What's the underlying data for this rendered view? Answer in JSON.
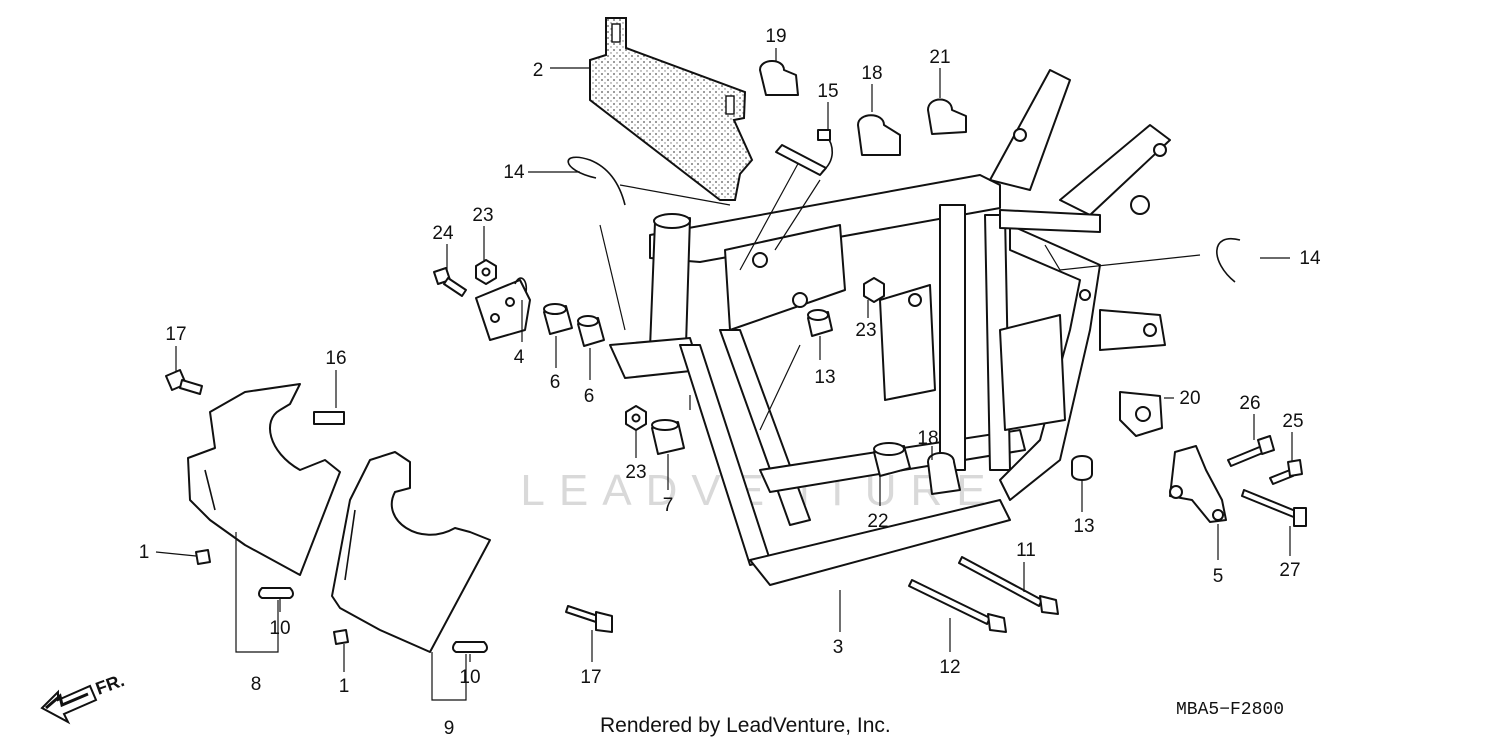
{
  "watermark": "LEADVENTURE",
  "credit": "Rendered by LeadVenture, Inc.",
  "diagram_code": "MBA5−F2800",
  "direction_label": "FR.",
  "callouts": {
    "c1a": "1",
    "c1b": "1",
    "c2": "2",
    "c3": "3",
    "c4": "4",
    "c5": "5",
    "c6a": "6",
    "c6b": "6",
    "c7": "7",
    "c8": "8",
    "c9": "9",
    "c10a": "10",
    "c10b": "10",
    "c11": "11",
    "c12": "12",
    "c13a": "13",
    "c13b": "13",
    "c14a": "14",
    "c14b": "14",
    "c15": "15",
    "c16": "16",
    "c17a": "17",
    "c17b": "17",
    "c18a": "18",
    "c18b": "18",
    "c19": "19",
    "c20": "20",
    "c21": "21",
    "c22": "22",
    "c23a": "23",
    "c23b": "23",
    "c23c": "23",
    "c24": "24",
    "c25": "25",
    "c26": "26",
    "c27": "27"
  }
}
